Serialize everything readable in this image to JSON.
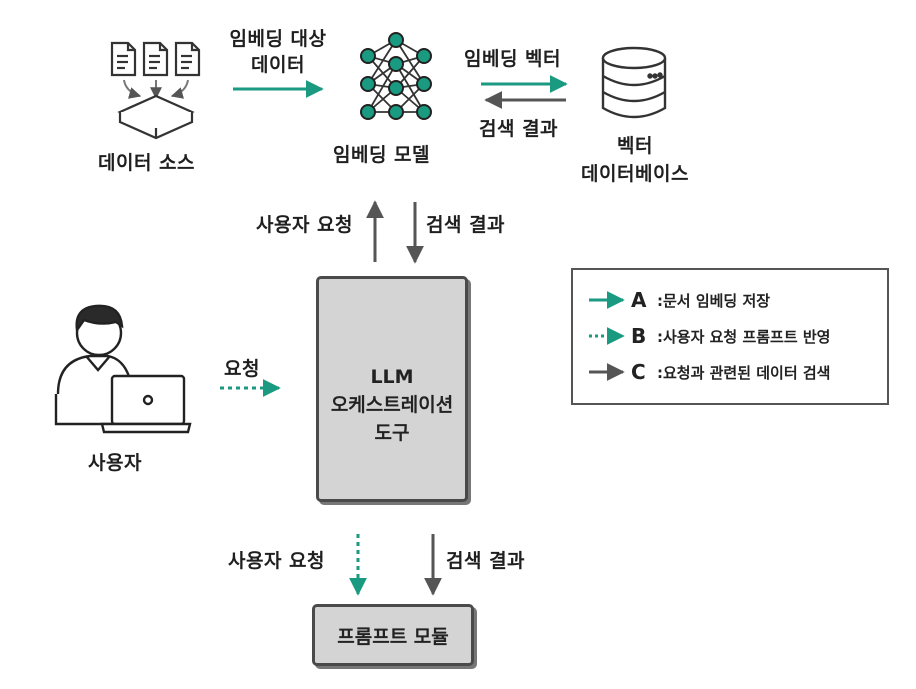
{
  "diagram": {
    "data_source": {
      "label": "데이터 소스"
    },
    "embedding_target": {
      "label_line1": "임베딩 대상",
      "label_line2": "데이터"
    },
    "embedding_model": {
      "label": "임베딩 모델"
    },
    "embedding_vector": {
      "label": "임베딩 벡터"
    },
    "search_result_top": {
      "label": "검색 결과"
    },
    "vector_db": {
      "label_line1": "벡터",
      "label_line2": "데이터베이스"
    },
    "user_request_up": {
      "label": "사용자 요청"
    },
    "search_result_down": {
      "label": "검색 결과"
    },
    "user": {
      "label": "사용자"
    },
    "request": {
      "label": "요청"
    },
    "orchestrator": {
      "line1": "LLM",
      "line2": "오케스트레이션",
      "line3": "도구"
    },
    "user_request_bottom": {
      "label": "사용자 요청"
    },
    "search_result_bottom": {
      "label": "검색 결과"
    },
    "prompt_module": {
      "label": "프롬프트 모듈"
    }
  },
  "legend": {
    "items": [
      {
        "letter": "A",
        "text": ":문서 임베딩 저장",
        "style": "solid",
        "color": "#1a9a80"
      },
      {
        "letter": "B",
        "text": ":사용자 요청 프롬프트 반영",
        "style": "dotted",
        "color": "#1a9a80"
      },
      {
        "letter": "C",
        "text": ":요청과 관련된 데이터 검색",
        "style": "solid",
        "color": "#555555"
      }
    ]
  },
  "colors": {
    "teal": "#1a9a80",
    "gray": "#555555",
    "box_fill": "#d4d4d4"
  },
  "icons": [
    "document-icon",
    "tray-icon",
    "neural-network-icon",
    "database-icon",
    "user-icon",
    "laptop-icon"
  ]
}
